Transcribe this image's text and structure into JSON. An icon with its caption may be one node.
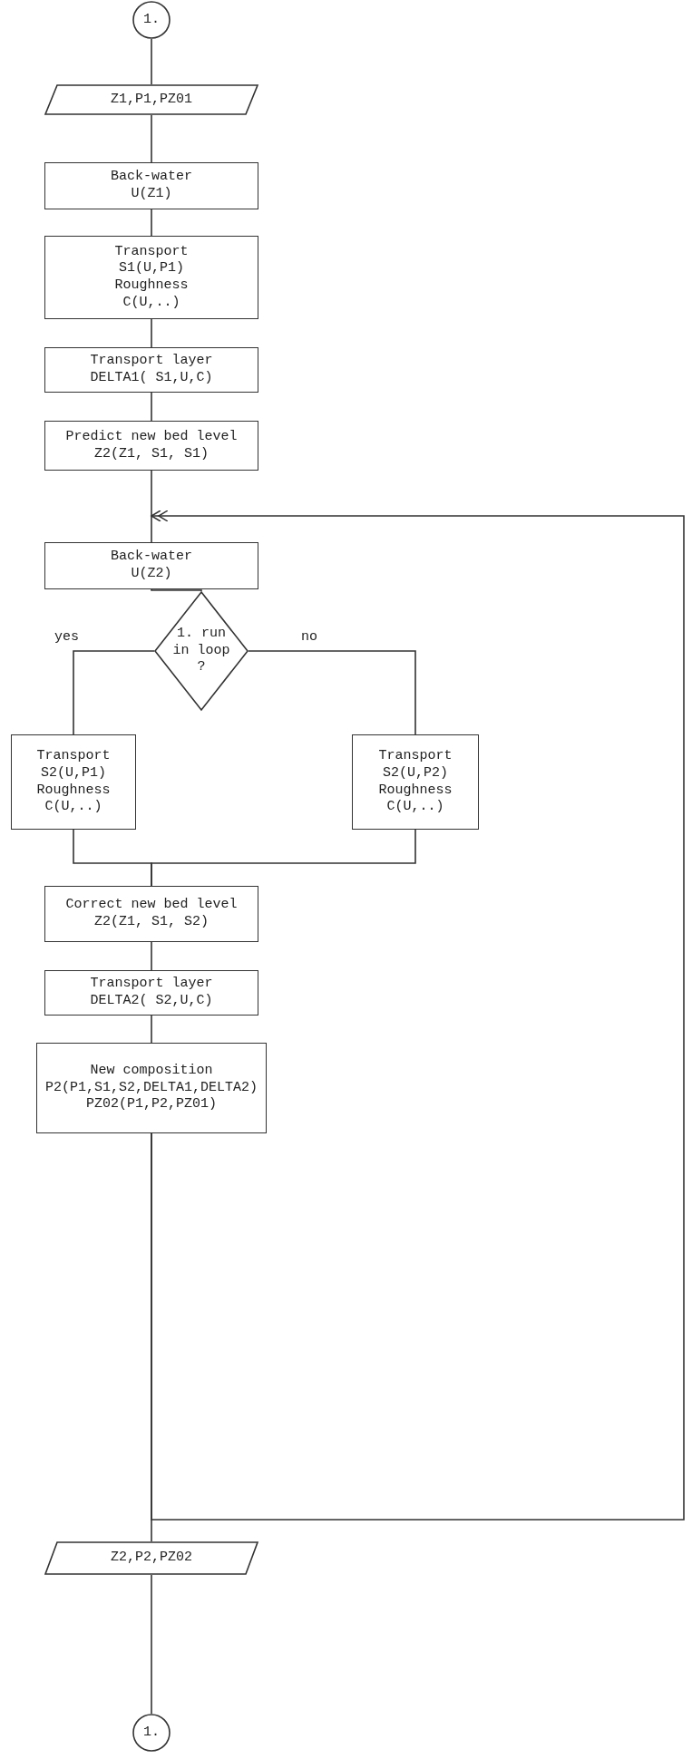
{
  "diagram": {
    "nodes": [
      {
        "text": [
          "1."
        ]
      },
      {
        "text": [
          "Z1,P1,PZ01"
        ]
      },
      {
        "text": [
          "Back-water",
          "U(Z1)"
        ]
      },
      {
        "text": [
          "Transport",
          "S1(U,P1)",
          "Roughness",
          "C(U,..)"
        ]
      },
      {
        "text": [
          "Transport layer",
          "DELTA1( S1,U,C)"
        ]
      },
      {
        "text": [
          "Predict new bed level",
          "Z2(Z1, S1, S1)"
        ]
      },
      {
        "text": [
          "Back-water",
          "U(Z2)"
        ]
      },
      {
        "text": [
          "1. run in loop ?"
        ]
      },
      {
        "text": [
          "Transport",
          "S2(U,P1)",
          "Roughness",
          "C(U,..)"
        ]
      },
      {
        "text": [
          "Transport",
          "S2(U,P2)",
          "Roughness",
          "C(U,..)"
        ]
      },
      {
        "text": [
          "Correct new bed level",
          "Z2(Z1, S1, S2)"
        ]
      },
      {
        "text": [
          "Transport layer",
          "DELTA2( S2,U,C)"
        ]
      },
      {
        "text": [
          "New composition",
          "P2(P1,S1,S2,DELTA1,DELTA2)",
          "PZ02(P1,P2,PZ01)"
        ]
      },
      {
        "text": [
          "Z2,P2,PZ02"
        ]
      },
      {
        "text": [
          "1."
        ]
      }
    ],
    "edges": [
      {
        "from": 0,
        "to": 1,
        "arrow": "none"
      },
      {
        "from": 1,
        "to": 2,
        "arrow": "none"
      },
      {
        "from": 2,
        "to": 3,
        "arrow": "none"
      },
      {
        "from": 3,
        "to": 4,
        "arrow": "none"
      },
      {
        "from": 4,
        "to": 5,
        "arrow": "none"
      },
      {
        "from": 5,
        "to": 6,
        "arrow": "none"
      },
      {
        "from": 6,
        "to": 7,
        "arrow": "none"
      },
      {
        "from": 7,
        "to": 8,
        "arrow": "none",
        "label": "yes"
      },
      {
        "from": 7,
        "to": 9,
        "arrow": "none",
        "label": "no"
      },
      {
        "from": 8,
        "to": 10,
        "arrow": "none"
      },
      {
        "from": 9,
        "to": 10,
        "arrow": "none"
      },
      {
        "from": 10,
        "to": 11,
        "arrow": "none"
      },
      {
        "from": 11,
        "to": 12,
        "arrow": "none"
      },
      {
        "from": 12,
        "to": 13,
        "arrow": "none"
      },
      {
        "from": 12,
        "to": 6,
        "arrow": "to"
      },
      {
        "from": 13,
        "to": 14,
        "arrow": "none"
      }
    ]
  }
}
